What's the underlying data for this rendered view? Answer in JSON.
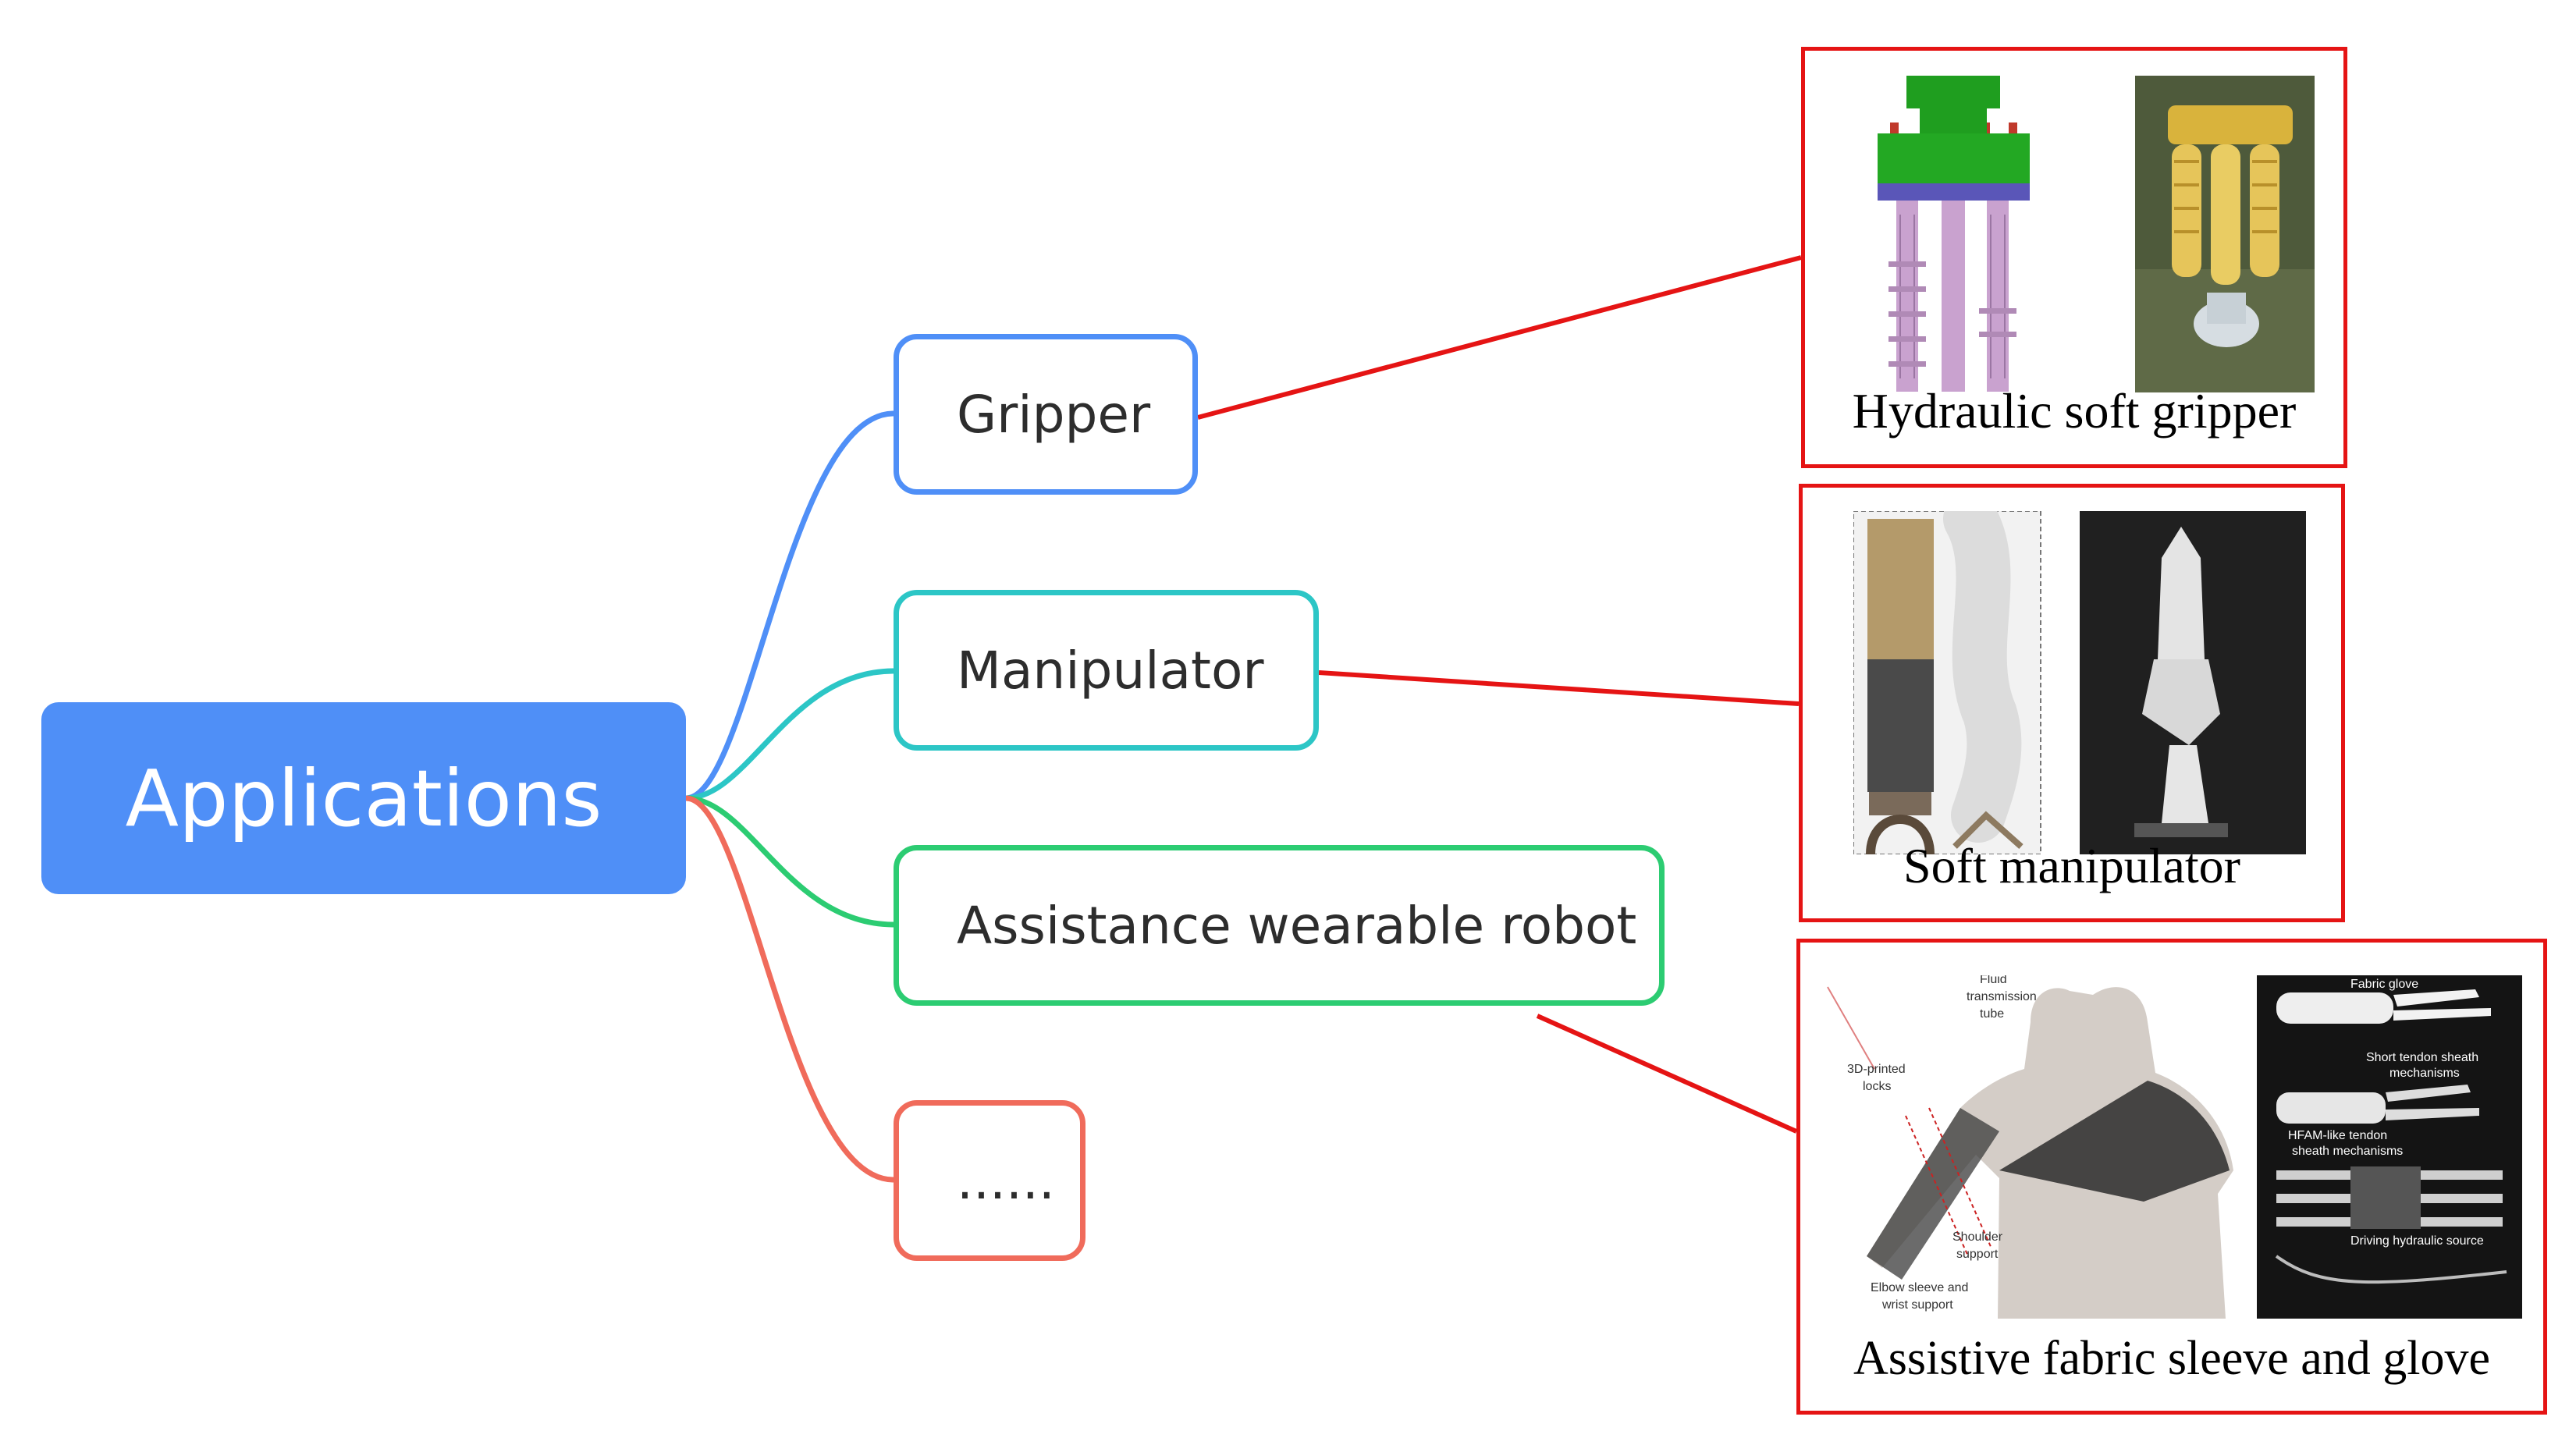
{
  "root": {
    "label": "Applications",
    "color": "#4f8ff7"
  },
  "branches": [
    {
      "label": "Gripper",
      "color": "#4f8ff7"
    },
    {
      "label": "Manipulator",
      "color": "#2cc6c6"
    },
    {
      "label": "Assistance wearable robot",
      "color": "#2ccc72"
    },
    {
      "label": "......",
      "color": "#f06b5b"
    }
  ],
  "panels": [
    {
      "caption": "Hydraulic soft gripper"
    },
    {
      "caption": "Soft manipulator"
    },
    {
      "caption": "Assistive fabric sleeve and glove",
      "sleeve_labels": {
        "tube_1": "Fluid",
        "tube_2": "transmission",
        "tube_3": "tube",
        "locks_1": "3D-printed",
        "locks_2": "locks",
        "shoulder_1": "Shoulder",
        "shoulder_2": "support",
        "elbow_1": "Elbow sleeve and",
        "elbow_2": "wrist support"
      },
      "glove_labels": {
        "fabric": "Fabric glove",
        "short_1": "Short tendon sheath",
        "short_2": "mechanisms",
        "hfam_1": "HFAM-like tendon",
        "hfam_2": "sheath mechanisms",
        "driving": "Driving hydraulic source"
      }
    }
  ],
  "connector_color": "#e51414"
}
